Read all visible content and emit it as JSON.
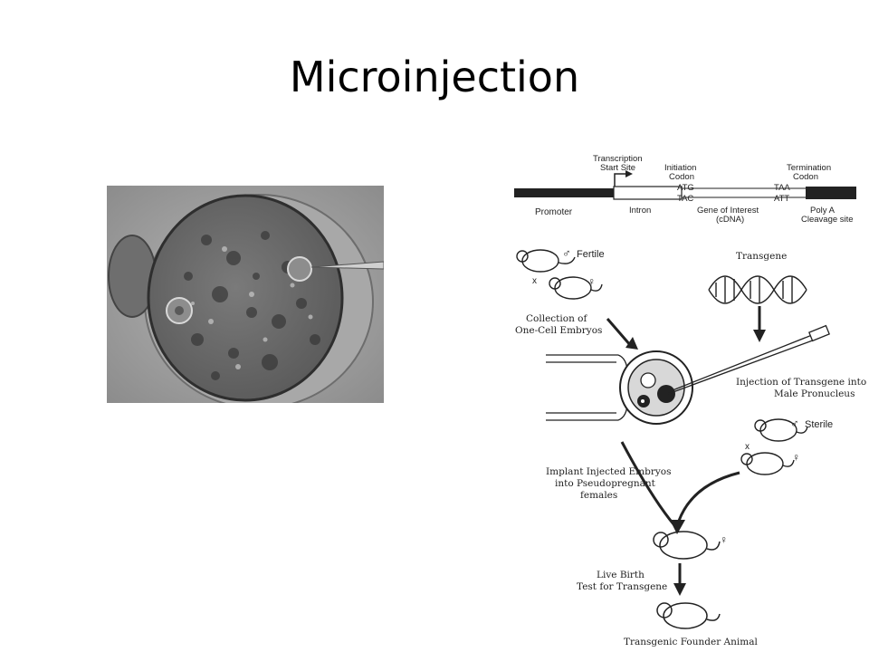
{
  "slide": {
    "title": "Microinjection"
  },
  "photo": {
    "alt": "Fertilized egg under microscope with injection needle"
  },
  "construct": {
    "transcription_start": [
      "Transcription",
      "Start Site"
    ],
    "initiation": [
      "Initiation",
      "Codon"
    ],
    "termination": [
      "Termination",
      "Codon"
    ],
    "atg": "ATG",
    "tac": "TAC",
    "taa": "TAA",
    "att": "ATT",
    "promoter": "Promoter",
    "intron": "Intron",
    "gene": [
      "Gene of Interest",
      "(cDNA)"
    ],
    "polya": [
      "Poly A",
      "Cleavage site"
    ]
  },
  "flow": {
    "male_symbol": "♂",
    "female_symbol": "♀",
    "cross": "x",
    "fertile": "Fertile",
    "transgene": "Transgene",
    "collection": [
      "Collection of",
      "One-Cell Embryos"
    ],
    "injection": [
      "Injection of Transgene into",
      "Male Pronucleus"
    ],
    "sterile": "Sterile",
    "implant": [
      "Implant Injected Embryos",
      "into Pseudopregnant",
      "females"
    ],
    "live_birth": [
      "Live Birth",
      "Test for Transgene"
    ],
    "founder": "Transgenic Founder Animal"
  }
}
